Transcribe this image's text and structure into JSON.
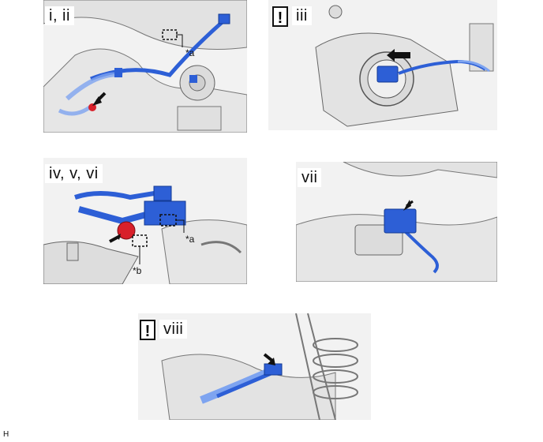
{
  "panels": [
    {
      "label": "i, ii",
      "warning": "",
      "callout": "*a"
    },
    {
      "label": "iii",
      "warning": "!"
    },
    {
      "label": "iv, v, vi",
      "callouts": [
        "*a",
        "*b"
      ]
    },
    {
      "label": "vii"
    },
    {
      "label": "viii",
      "warning": "!"
    }
  ],
  "figure_id": "H",
  "colors": {
    "harness": "#2d5fd6",
    "harness_light": "#7ea4f0",
    "bolt": "#d8202a",
    "metal": "#e9e9e9",
    "line": "#6a6a6a"
  }
}
